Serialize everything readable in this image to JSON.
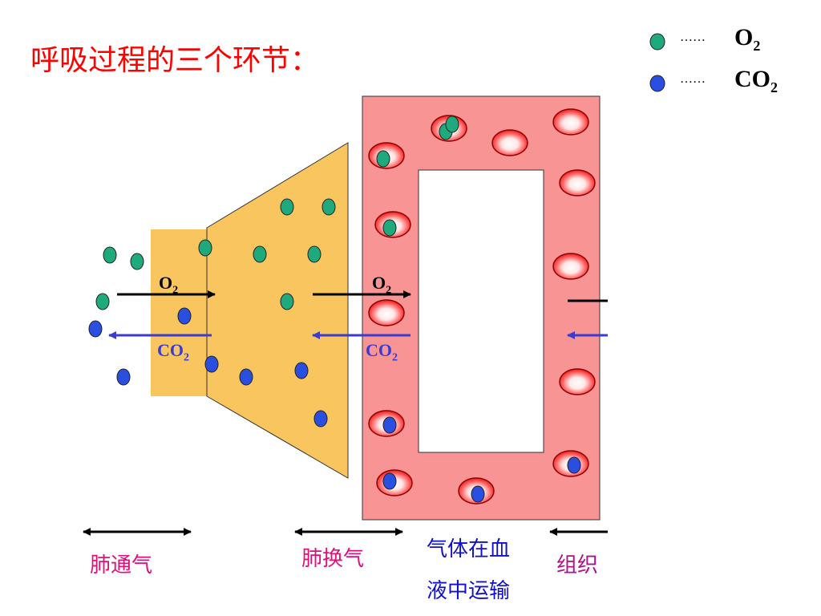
{
  "title": "呼吸过程的三个环节：",
  "legend": {
    "dots": "……",
    "o2": {
      "base": "O",
      "sub": "2",
      "color": "#1faa7e"
    },
    "co2": {
      "base": "CO",
      "sub": "2",
      "color": "#2a4fe0"
    }
  },
  "arrows": {
    "o2": {
      "base": "O",
      "sub": "2"
    },
    "co2": {
      "base": "CO",
      "sub": "2"
    }
  },
  "stages": {
    "lung_ventilation": "肺通气",
    "lung_exchange": "肺换气",
    "blood_transport_line1": "气体在血",
    "blood_transport_line2": "液中运输",
    "tissue": "组织"
  },
  "colors": {
    "lung": "#f9c55f",
    "blood": "#f99494",
    "cell_fill": "#ff4a4a",
    "title": "#ff0000"
  }
}
